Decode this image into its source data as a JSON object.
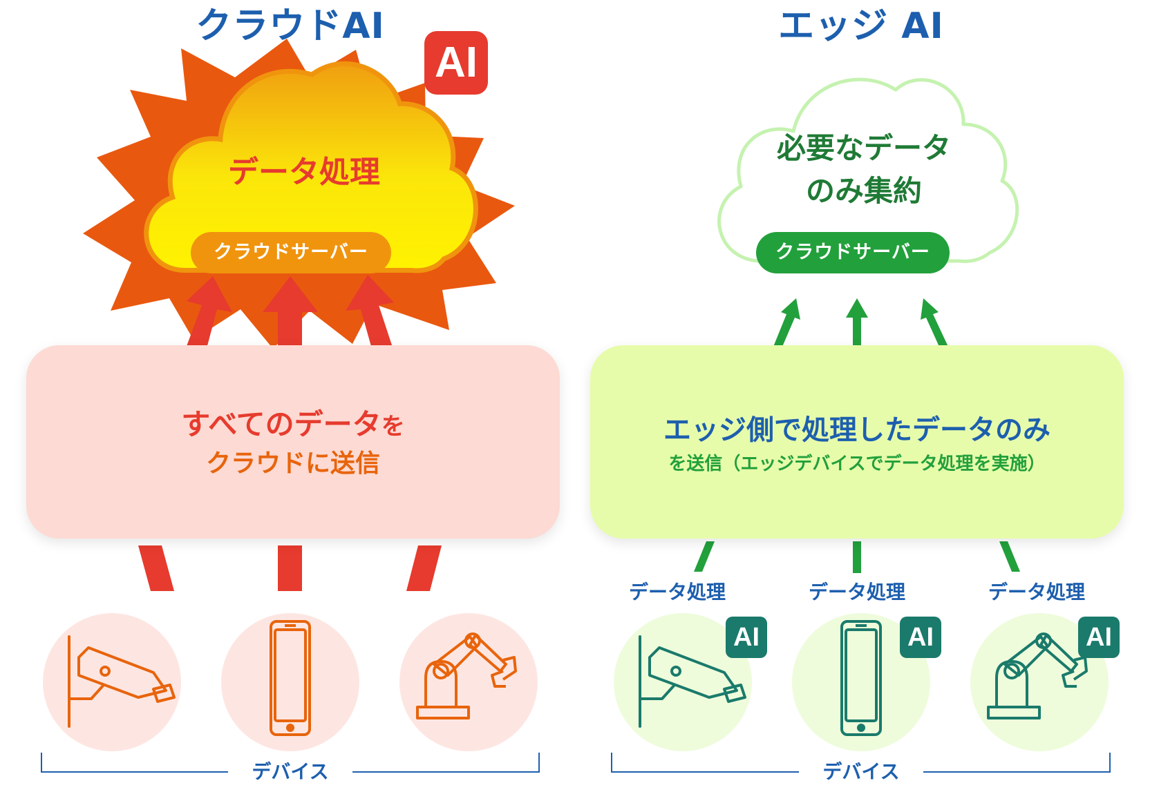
{
  "left": {
    "title": "クラウドAI",
    "ai_badge": "AI",
    "cloud_text": "データ処理",
    "server_label": "クラウドサーバー",
    "box_line1_main": "すべてのデータ",
    "box_line1_suffix": "を",
    "box_line2": "クラウドに送信",
    "devices_label": "デバイス"
  },
  "right": {
    "title": "エッジ AI",
    "cloud_line1": "必要なデータ",
    "cloud_line2": "のみ集約",
    "server_label": "クラウドサーバー",
    "box_line1": "エッジ側で処理したデータのみ",
    "box_line2": "を送信（エッジデバイスでデータ処理を実施）",
    "process_labels": [
      "データ処理",
      "データ処理",
      "データ処理"
    ],
    "ai_badges": [
      "AI",
      "AI",
      "AI"
    ],
    "devices_label": "デバイス"
  },
  "devices": [
    "camera-icon",
    "smartphone-icon",
    "robot-arm-icon"
  ],
  "colors": {
    "title_blue": "#1d5fae",
    "red": "#e63b2e",
    "orange": "#e8640c",
    "left_box_bg": "#fddad3",
    "green": "#22a03c",
    "dark_teal": "#1a7a6b",
    "right_box_bg": "#e7fcaa"
  }
}
